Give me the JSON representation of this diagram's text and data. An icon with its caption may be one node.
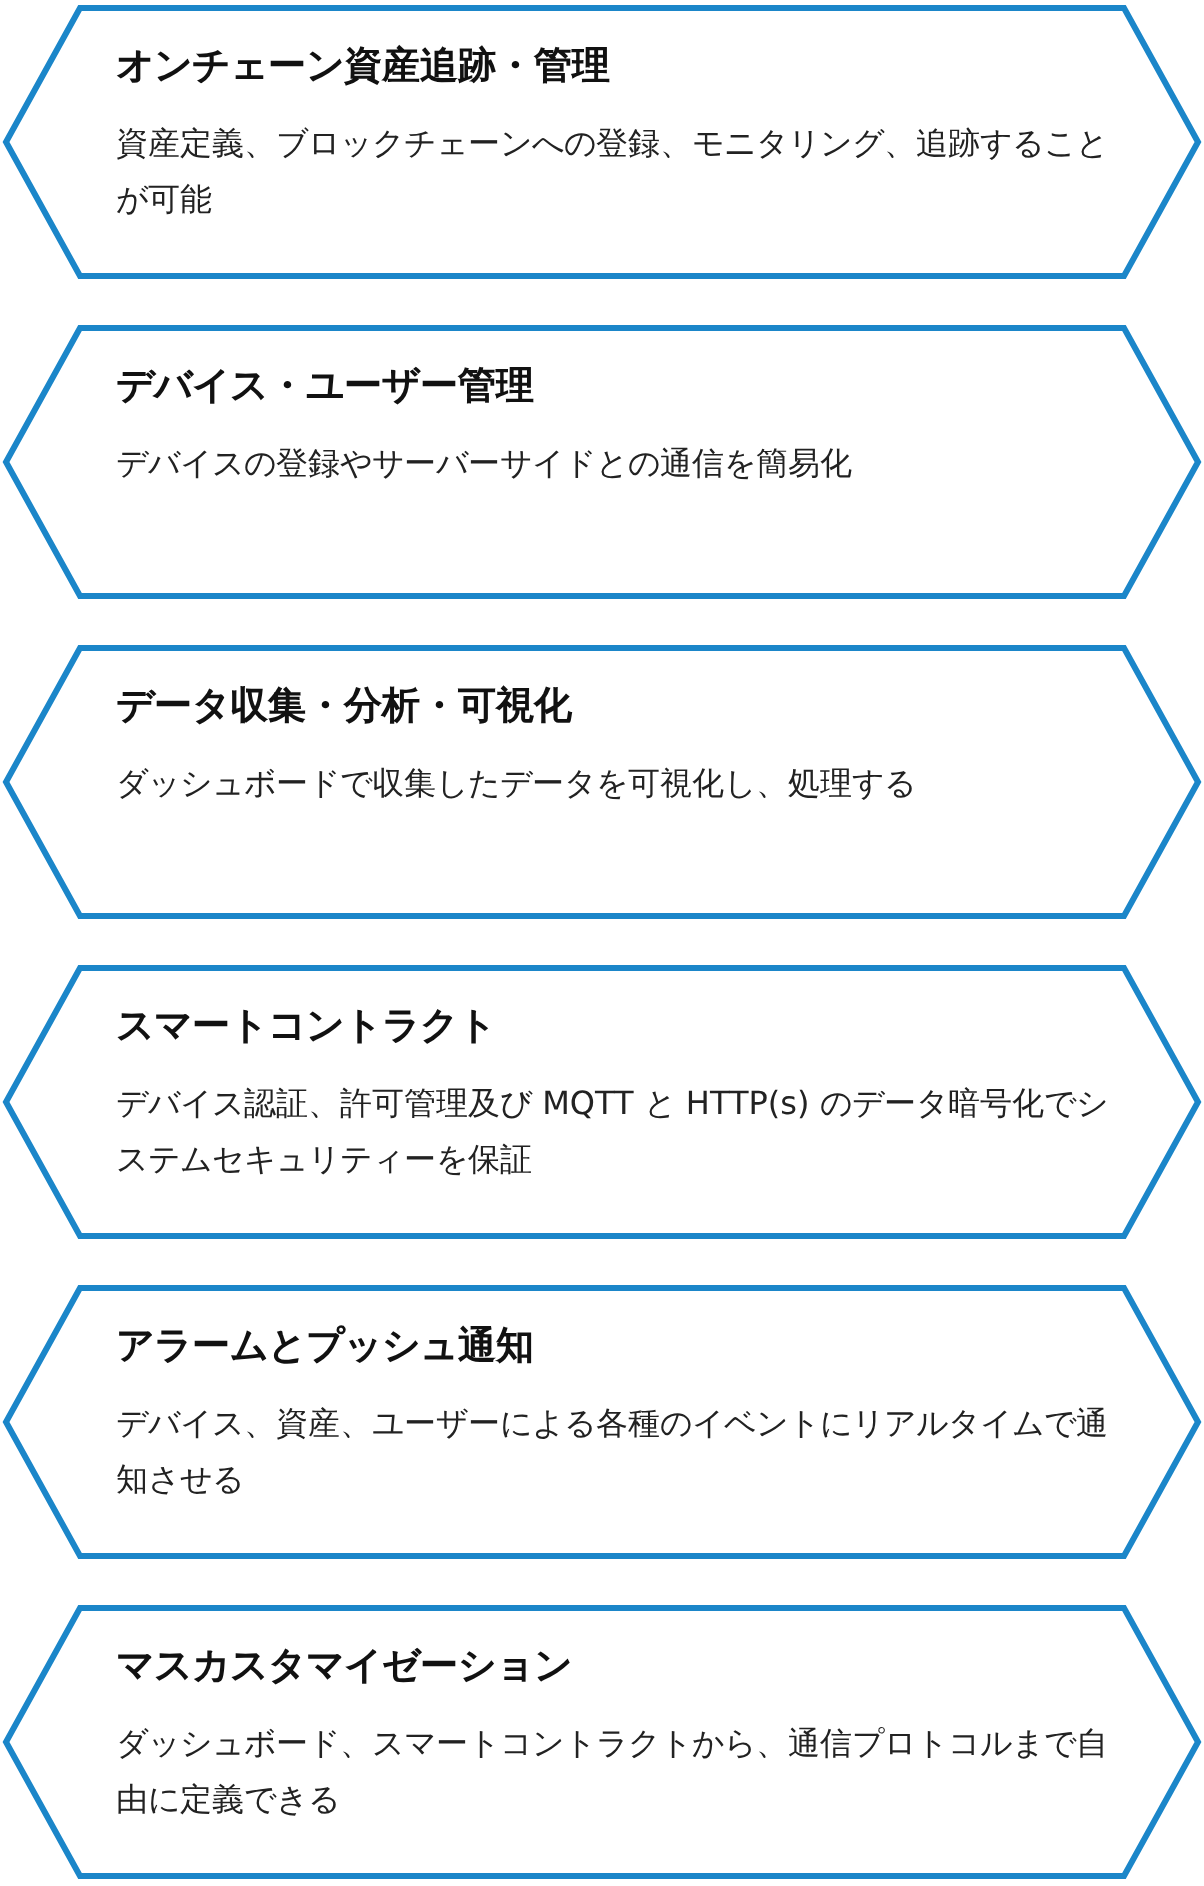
{
  "diagram": {
    "nodes": [
      {
        "text": [
          "オンチェーン資産追跡・管理",
          "資産定義、ブロックチェーンへの登録、モニタリング、追跡することが可能"
        ]
      },
      {
        "text": [
          "デバイス・ユーザー管理",
          "デバイスの登録やサーバーサイドとの通信を簡易化"
        ]
      },
      {
        "text": [
          "データ収集・分析・可視化",
          "ダッシュボードで収集したデータを可視化し、処理する"
        ]
      },
      {
        "text": [
          "スマートコントラクト",
          "デバイス認証、許可管理及び MQTT と HTTP(s) のデータ暗号化でシステムセキュリティーを保証"
        ]
      },
      {
        "text": [
          "アラームとプッシュ通知",
          "デバイス、資産、ユーザーによる各種のイベントにリアルタイムで通知させる"
        ]
      },
      {
        "text": [
          "マスカスタマイゼーション",
          "ダッシュボード、スマートコントラクトから、通信プロトコルまで自由に定義できる"
        ]
      }
    ]
  }
}
